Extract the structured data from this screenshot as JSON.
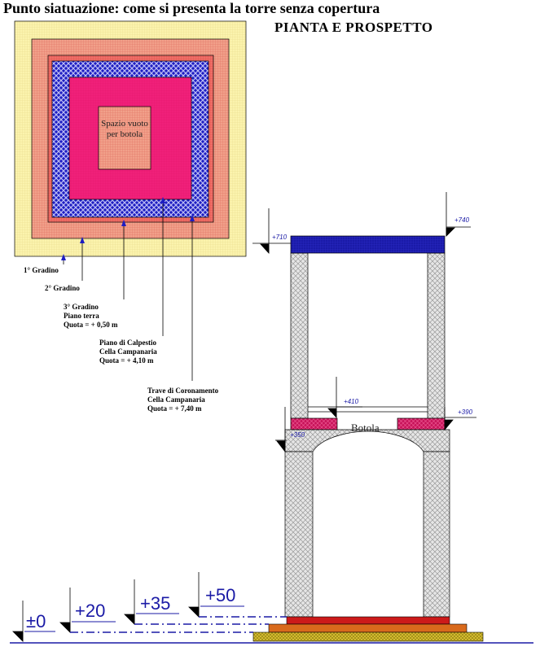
{
  "title": "Punto siatuazione: come si presenta la torre senza copertura",
  "subtitle": "PIANTA  E  PROSPETTO",
  "plan": {
    "center_label": "Spazio vuoto per botola",
    "callouts": [
      {
        "lines": [
          "1° Gradino"
        ]
      },
      {
        "lines": [
          "2° Gradino"
        ]
      },
      {
        "lines": [
          "3° Gradino",
          "Piano terra",
          "Quota = + 0,50 m"
        ]
      },
      {
        "lines": [
          "Piano di Calpestio",
          "Cella Campanaria",
          "Quota = + 4,10 m"
        ]
      },
      {
        "lines": [
          "Trave di Coronamento",
          "Cella Campanaria",
          "Quota = + 7,40 m"
        ]
      }
    ]
  },
  "elevation": {
    "markers": {
      "e740": "+740",
      "e710": "+710",
      "e410": "+410",
      "e390": "+390",
      "e350": "+350"
    },
    "base_markers": {
      "b0": "±0",
      "b20": "+20",
      "b35": "+35",
      "b50": "+50"
    },
    "hatch_label": "Botola"
  },
  "colors": {
    "yellow": "#fbf3ad",
    "salmon": "#f1776f",
    "blue": "#1d1dc2",
    "magenta": "#f0207a",
    "grey": "#d6d6d6",
    "red": "#cc1a1a",
    "orange": "#d96a1c",
    "olive": "#c8b020"
  }
}
